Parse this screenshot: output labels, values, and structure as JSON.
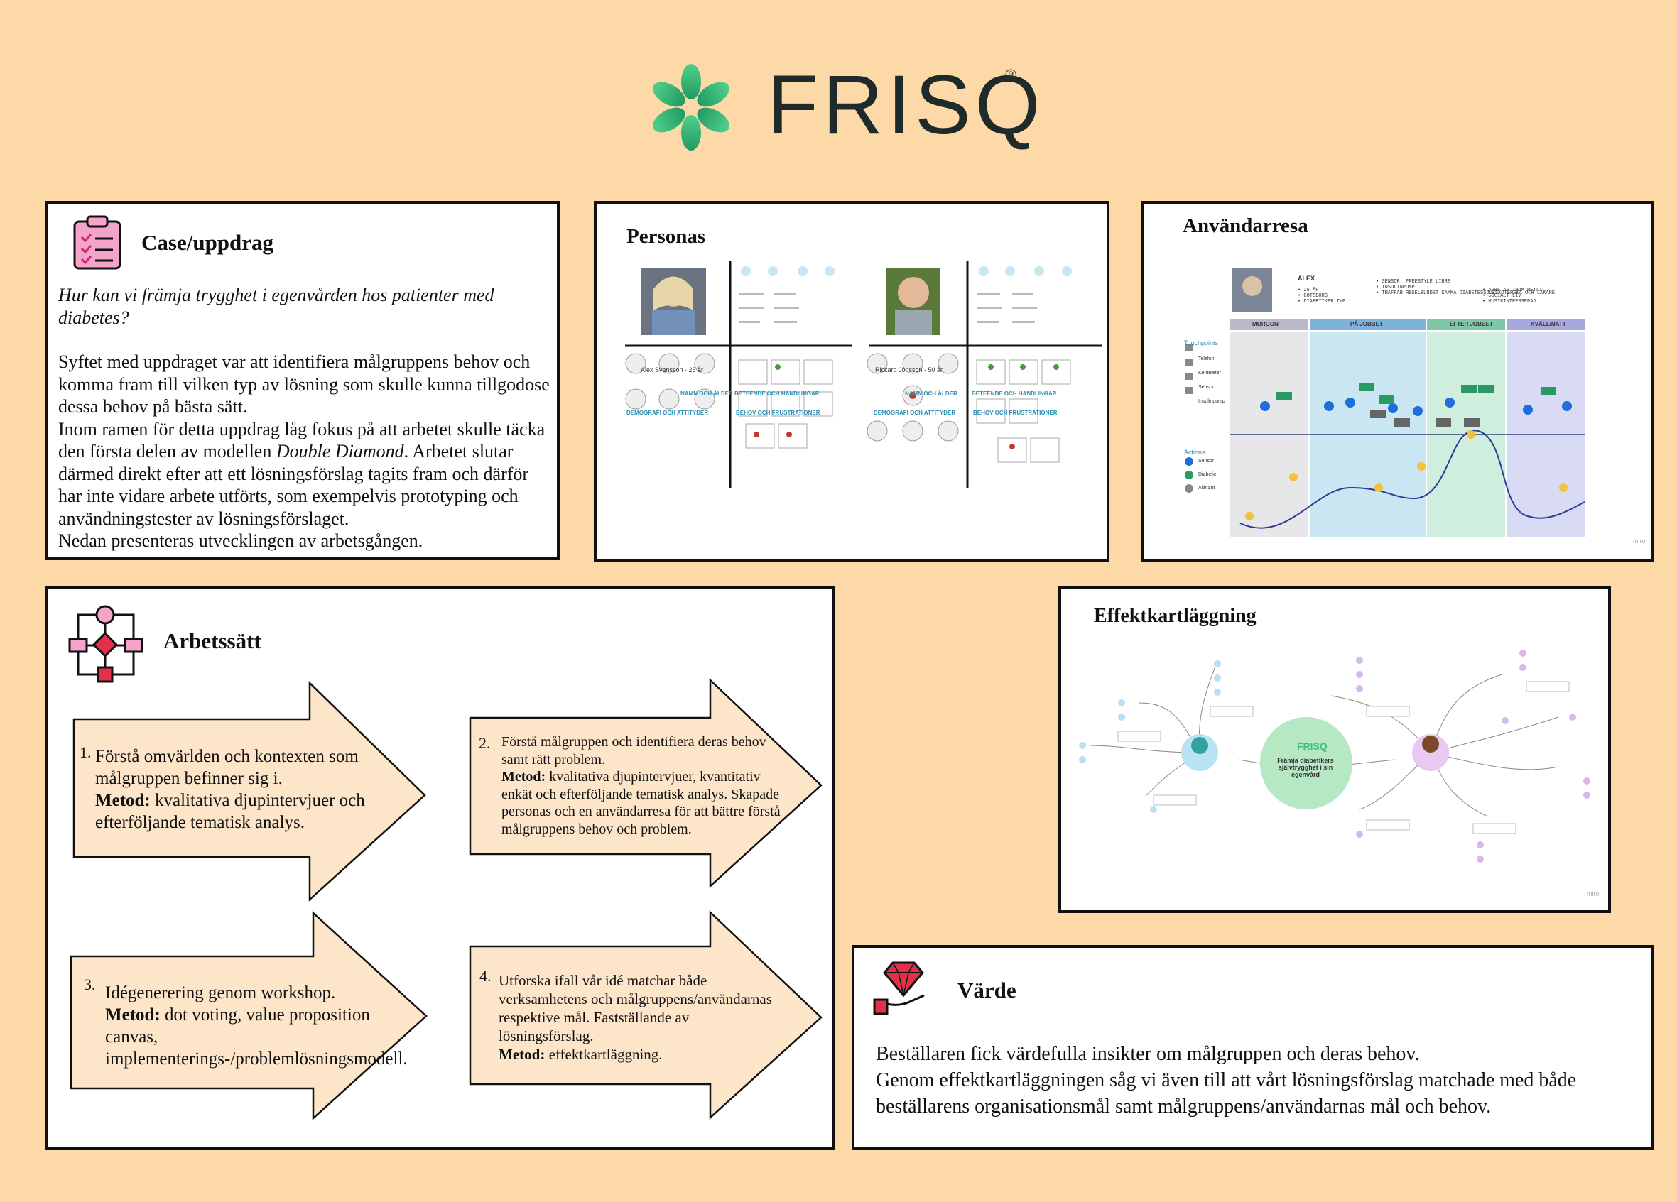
{
  "logo": {
    "wordmark": "FRISQ",
    "registered": "®"
  },
  "case": {
    "title": "Case/uppdrag",
    "question": "Hur kan vi främja trygghet i egenvården hos patienter med diabetes?",
    "body_1": "Syftet med uppdraget var att identifiera målgruppens behov och komma fram till vilken typ av lösning som skulle kunna tillgodose dessa behov på bästa sätt.",
    "body_2a": "Inom ramen för detta uppdrag låg fokus på att arbetet skulle täcka den första delen av modellen ",
    "body_2_em": "Double Diamond",
    "body_2b": ". Arbetet slutar därmed direkt efter att ett lösningsförslag tagits fram och därför har inte vidare arbete utförts, som exempelvis prototyping och användningstester av lösningsförslaget.",
    "body_3": "Nedan presenteras utvecklingen av arbetsgången."
  },
  "personas": {
    "title": "Personas",
    "p1_name": "Alex Svensson - 25 år",
    "p2_name": "Rickard Jönsson - 50 år",
    "label_name": "NAMN OCH ÅLDER",
    "label_behav": "BETEENDE OCH HANDLINGAR",
    "label_demo": "DEMOGRAFI OCH ATTITYDER",
    "label_needs": "BEHOV OCH FRUSTRATIONER"
  },
  "journey": {
    "title": "Användarresa",
    "name": "ALEX",
    "info_1": "• 25 ÅR\n• GÖTEBORG\n• DIABETIKER TYP 1",
    "info_2": "• SENSOR: FREESTYLE LIBRE\n• INSULINPUMP\n• TRÄFFAR REGELBUNDET SAMMA DIABETESSJUKSKÖTERSKA OCH LÄKARE",
    "info_3": "• ARBETAR INOM RETAIL\n• SOCIALT LIV\n• MUSIKINTRESSERAD",
    "phases": [
      "MORGON",
      "PÅ JOBBET",
      "EFTER JOBBET",
      "KVÄLL/NATT"
    ],
    "touchpoints_label": "Touchpoints",
    "touchpoints": [
      "Telefon",
      "Kenteleter",
      "Sensor",
      "Insulinpump"
    ],
    "actions_label": "Actions",
    "actions": [
      "Sensor",
      "Diabetic",
      "Allmänt"
    ],
    "miro": "miro"
  },
  "arbetssatt": {
    "title": "Arbetssätt",
    "steps": [
      {
        "num": "1.",
        "line": "Förstå omvärlden och kontexten som målgruppen befinner sig i.",
        "metod_label": "Metod:",
        "metod": " kvalitativa djupintervjuer och efterföljande tematisk analys."
      },
      {
        "num": "2.",
        "line": "Förstå målgruppen och identifiera deras behov samt rätt problem.",
        "metod_label": "Metod:",
        "metod": " kvalitativa djupintervjuer, kvantitativ enkät och efterföljande tematisk analys. Skapade personas och en användarresa för att bättre förstå målgruppens behov och problem."
      },
      {
        "num": "3.",
        "line": "Idégenerering genom workshop.",
        "metod_label": "Metod:",
        "metod": " dot voting, value proposition canvas, implementerings-/problemlösningsmodell."
      },
      {
        "num": "4.",
        "line": "Utforska ifall vår idé matchar både verksamhetens och målgruppens/användarnas respektive mål. Fastställande av lösningsförslag.",
        "metod_label": "Metod:",
        "metod": " effektkartläggning."
      }
    ]
  },
  "effekt": {
    "title": "Effektkartläggning",
    "center_logo": "FRISQ",
    "center_text": "Främja diabetikers självtrygghet i sin egenvård",
    "miro": "miro"
  },
  "varde": {
    "title": "Värde",
    "body_1": "Beställaren fick värdefulla insikter om målgruppen och deras behov.",
    "body_2": "Genom effektkartläggningen såg vi även till att vårt lösningsförslag matchade med både beställarens organisationsmål samt målgruppens/användarnas mål och behov."
  },
  "colors": {
    "background": "#fdd9a8",
    "arrow_fill": "#fde5c9",
    "logo_green": "#3fbf7a",
    "icon_pink": "#e0589a",
    "icon_red": "#e0304a"
  }
}
